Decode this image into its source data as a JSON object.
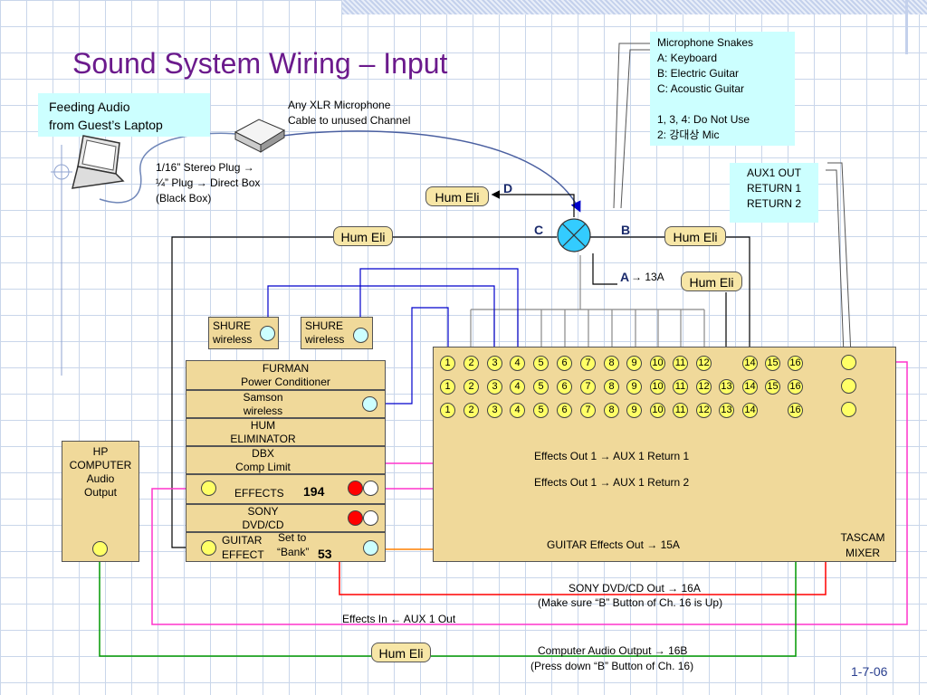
{
  "title": "Sound System Wiring – Input",
  "feeding": [
    "Feeding Audio",
    "from Guest’s Laptop"
  ],
  "xlr_note": [
    "Any XLR Microphone",
    "Cable to unused Channel"
  ],
  "stereo_note": [
    "1/16” Stereo Plug →",
    "¼” Plug → Direct Box",
    "(Black Box)"
  ],
  "snakes": [
    "Microphone Snakes",
    "A: Keyboard",
    "B: Electric Guitar",
    "C: Acoustic Guitar",
    "",
    "1, 3, 4: Do Not Use",
    "2: 강대상 Mic"
  ],
  "aux_box": [
    "AUX1 OUT",
    "RETURN 1",
    "RETURN 2"
  ],
  "hum_eli": "Hum Eli",
  "labels": {
    "a": "A",
    "b": "B",
    "c": "C",
    "d": "D",
    "a_to_13a": "→ 13A"
  },
  "shure": [
    "SHURE",
    "wireless"
  ],
  "devices": {
    "furman": [
      "FURMAN",
      "Power Conditioner"
    ],
    "samson": [
      "Samson",
      "wireless"
    ],
    "hum": [
      "HUM",
      "ELIMINATOR"
    ],
    "dbx": [
      "DBX",
      "Comp Limit"
    ],
    "effects": "EFFECTS",
    "effects_num": "194",
    "sony": [
      "SONY",
      "DVD/CD"
    ],
    "guitar": [
      "GUITAR",
      "EFFECT"
    ],
    "set_to": [
      "Set to",
      "“Bank”"
    ],
    "bank_num": "53"
  },
  "hp": [
    "HP",
    "COMPUTER",
    "Audio",
    "Output"
  ],
  "mixer": {
    "name": [
      "TASCAM",
      "MIXER"
    ],
    "row1": [
      "1",
      "2",
      "3",
      "4",
      "5",
      "6",
      "7",
      "8",
      "9",
      "10",
      "11",
      "12",
      "",
      "14",
      "15",
      "16"
    ],
    "row2": [
      "1",
      "2",
      "3",
      "4",
      "5",
      "6",
      "7",
      "8",
      "9",
      "10",
      "11",
      "12",
      "13",
      "14",
      "15",
      "16"
    ],
    "row3": [
      "1",
      "2",
      "3",
      "4",
      "5",
      "6",
      "7",
      "8",
      "9",
      "10",
      "11",
      "12",
      "13",
      "14",
      "",
      "16"
    ]
  },
  "notes": {
    "fx1": "Effects Out 1 → AUX 1 Return 1",
    "fx2": "Effects Out 1 → AUX 1 Return 2",
    "guitar_out": "GUITAR Effects Out → 15A",
    "sony1": "SONY DVD/CD Out → 16A",
    "sony2": "(Make sure “B” Button of Ch. 16 is Up)",
    "fx_in": "Effects In ← AUX 1 Out",
    "comp1": "Computer Audio Output → 16B",
    "comp2": "(Press down “B” Button of Ch. 16)"
  },
  "date": "1-7-06",
  "colors": {
    "title": "#6b1a8c",
    "magenta": "#ff33cc",
    "red": "#ff0000",
    "orange": "#ff8000",
    "green": "#009900",
    "blue": "#0000cc",
    "gray": "#888888"
  }
}
